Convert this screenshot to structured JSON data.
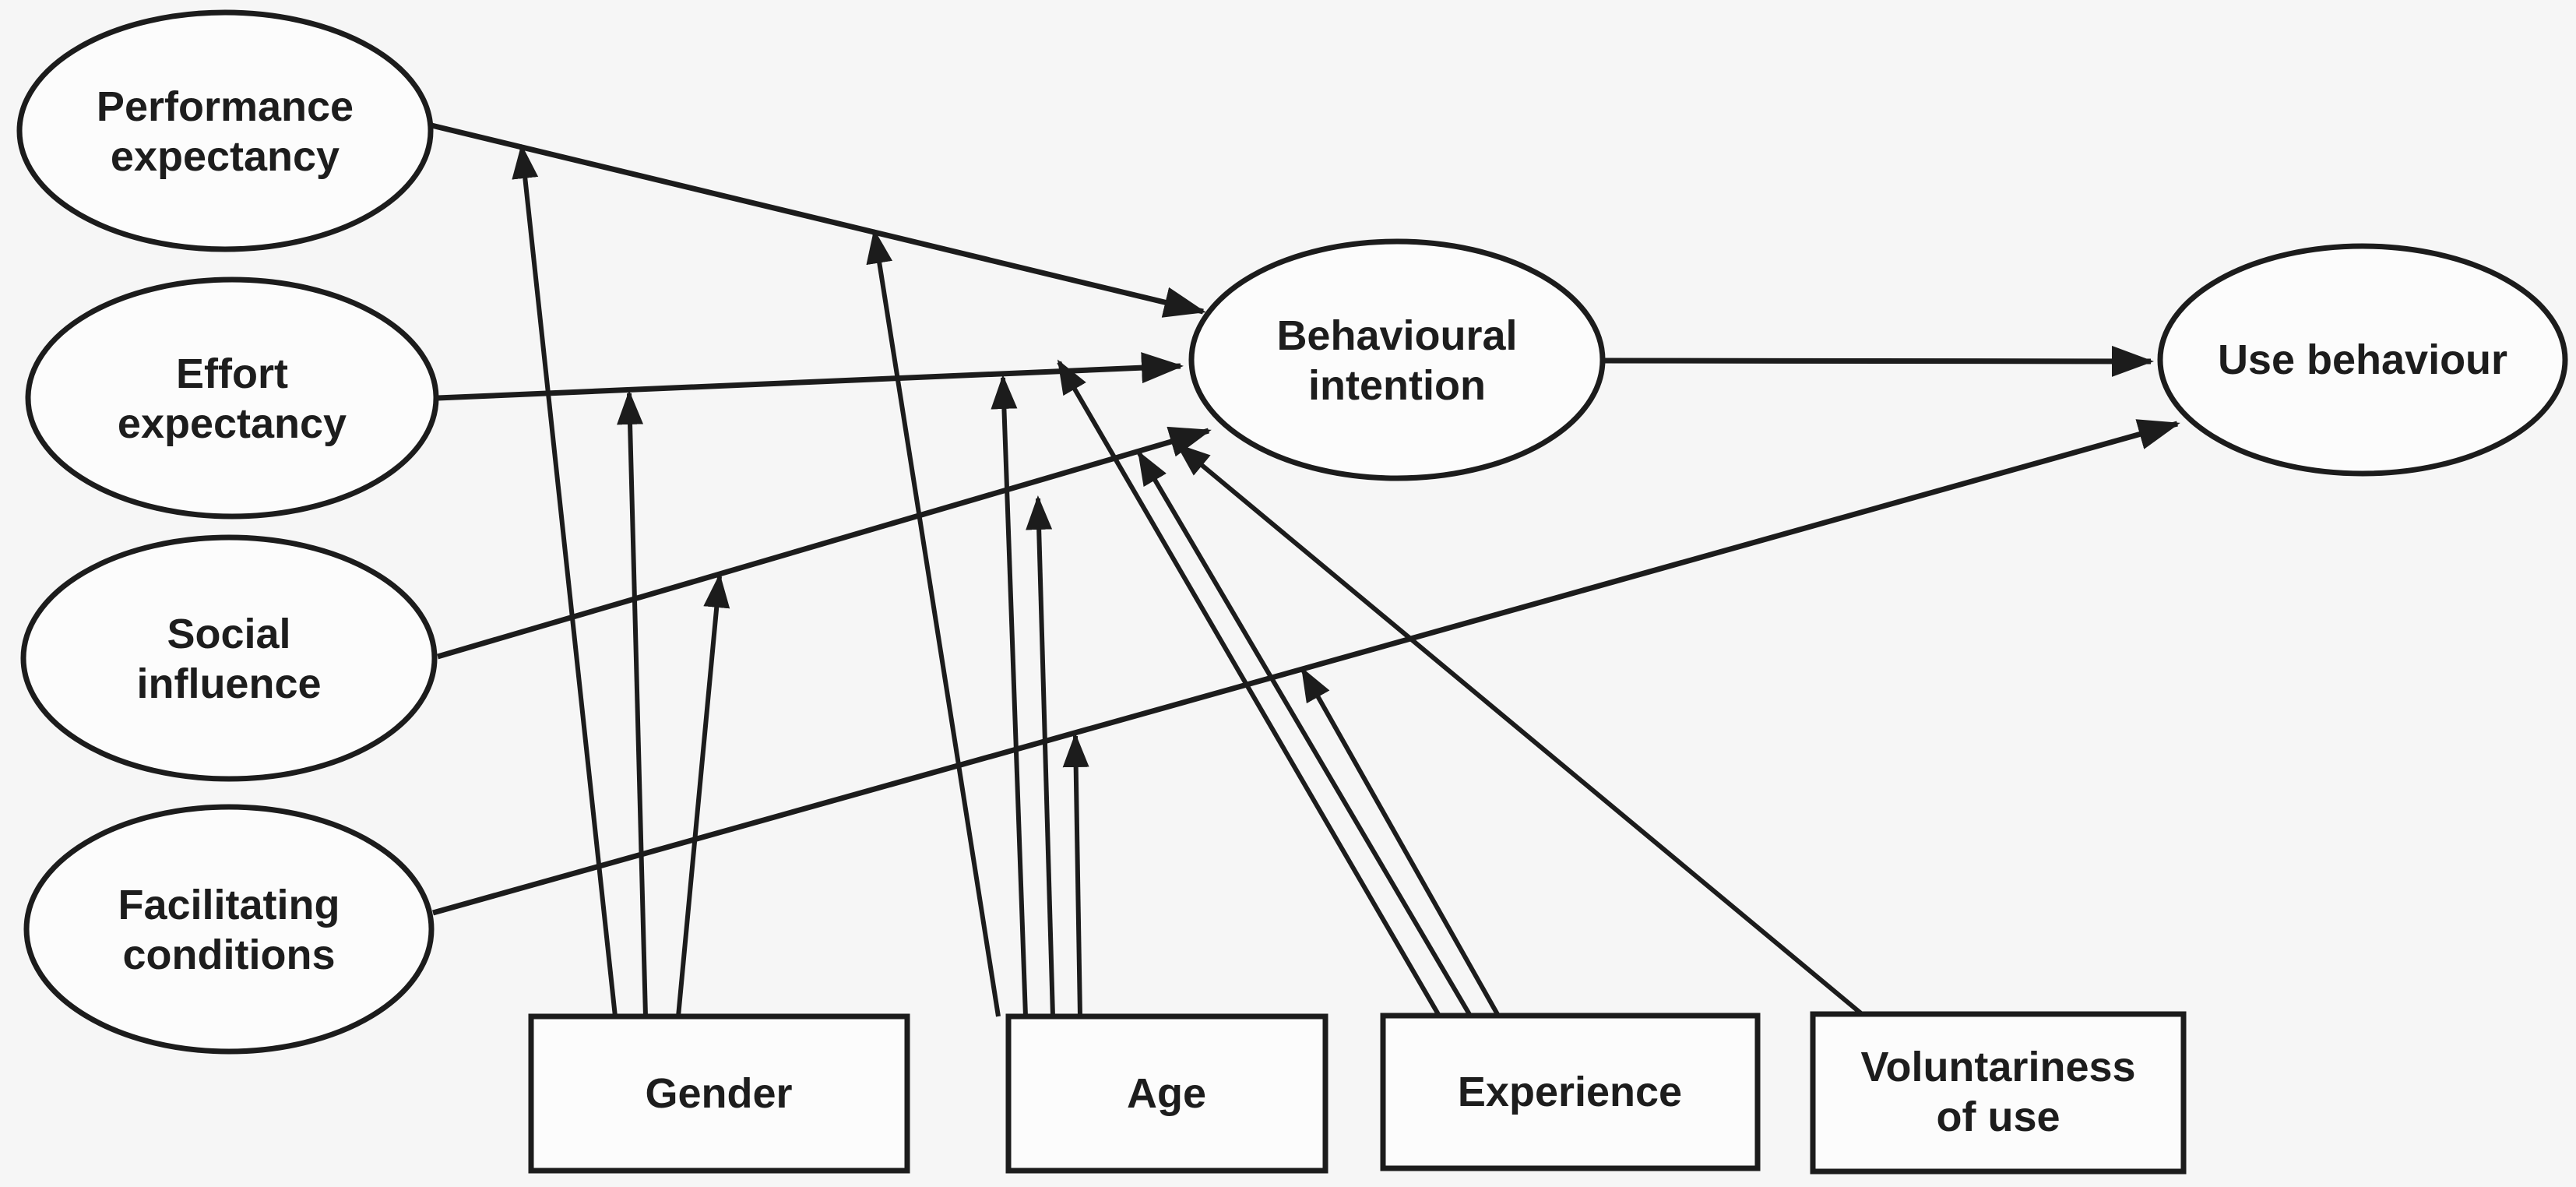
{
  "colors": {
    "background": "#f6f6f6",
    "shape_fill": "#fcfcfc",
    "line": "#1c1c1c",
    "text": "#1d1d1d"
  },
  "nodes": {
    "performance_expectancy": {
      "shape": "ellipse",
      "lines": [
        "Performance",
        "expectancy"
      ]
    },
    "effort_expectancy": {
      "shape": "ellipse",
      "lines": [
        "Effort",
        "expectancy"
      ]
    },
    "social_influence": {
      "shape": "ellipse",
      "lines": [
        "Social",
        "influence"
      ]
    },
    "facilitating_conditions": {
      "shape": "ellipse",
      "lines": [
        "Facilitating",
        "conditions"
      ]
    },
    "behavioural_intention": {
      "shape": "ellipse",
      "lines": [
        "Behavioural",
        "intention"
      ]
    },
    "use_behaviour": {
      "shape": "ellipse",
      "lines": [
        "Use behaviour"
      ]
    },
    "gender": {
      "shape": "rect",
      "lines": [
        "Gender"
      ]
    },
    "age": {
      "shape": "rect",
      "lines": [
        "Age"
      ]
    },
    "experience": {
      "shape": "rect",
      "lines": [
        "Experience"
      ]
    },
    "voluntariness_of_use": {
      "shape": "rect",
      "lines": [
        "Voluntariness",
        "of use"
      ]
    }
  },
  "edges": {
    "main_paths": [
      {
        "from": "Performance expectancy",
        "to": "Behavioural intention"
      },
      {
        "from": "Effort expectancy",
        "to": "Behavioural intention"
      },
      {
        "from": "Social influence",
        "to": "Behavioural intention"
      },
      {
        "from": "Facilitating conditions",
        "to": "Use behaviour"
      },
      {
        "from": "Behavioural intention",
        "to": "Use behaviour"
      }
    ],
    "moderator_paths": [
      {
        "from": "Gender",
        "points_at": "Performance expectancy to Behavioural intention path"
      },
      {
        "from": "Gender",
        "points_at": "Effort expectancy to Behavioural intention path"
      },
      {
        "from": "Gender",
        "points_at": "Social influence to Behavioural intention path"
      },
      {
        "from": "Age",
        "points_at": "Performance expectancy to Behavioural intention path"
      },
      {
        "from": "Age",
        "points_at": "Effort expectancy to Behavioural intention path"
      },
      {
        "from": "Age",
        "points_at": "Social influence to Behavioural intention path"
      },
      {
        "from": "Age",
        "points_at": "Facilitating conditions to Use behaviour path"
      },
      {
        "from": "Experience",
        "points_at": "Effort expectancy to Behavioural intention path"
      },
      {
        "from": "Experience",
        "points_at": "Social influence to Behavioural intention path"
      },
      {
        "from": "Experience",
        "points_at": "Facilitating conditions to Use behaviour path"
      },
      {
        "from": "Voluntariness of use",
        "points_at": "Social influence to Behavioural intention path"
      }
    ]
  }
}
